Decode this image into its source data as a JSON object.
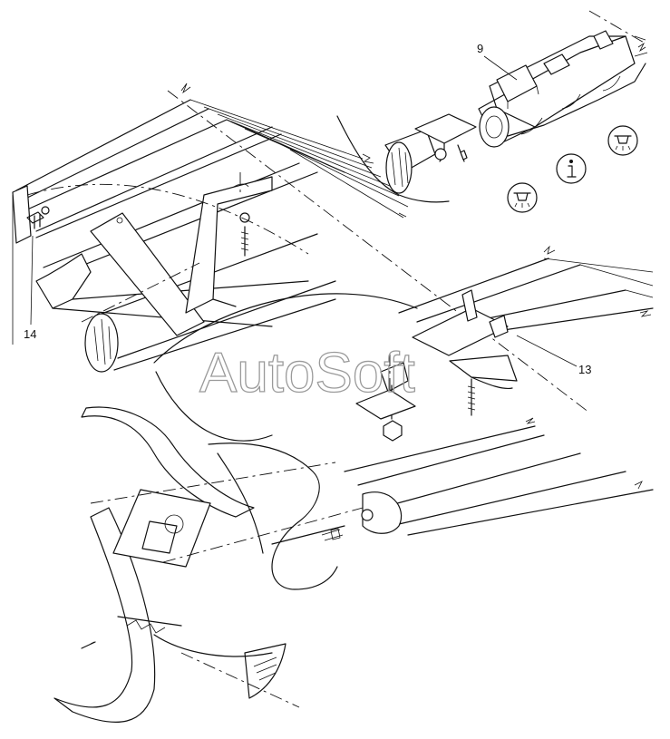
{
  "diagram": {
    "callouts": [
      {
        "id": "callout-9",
        "label": "9"
      },
      {
        "id": "callout-13",
        "label": "13"
      },
      {
        "id": "callout-14",
        "label": "14"
      }
    ],
    "watermark": "AutoSoft",
    "icons": [
      "ceiling-lamp-icon",
      "info-icon",
      "ceiling-lamp-icon"
    ]
  }
}
